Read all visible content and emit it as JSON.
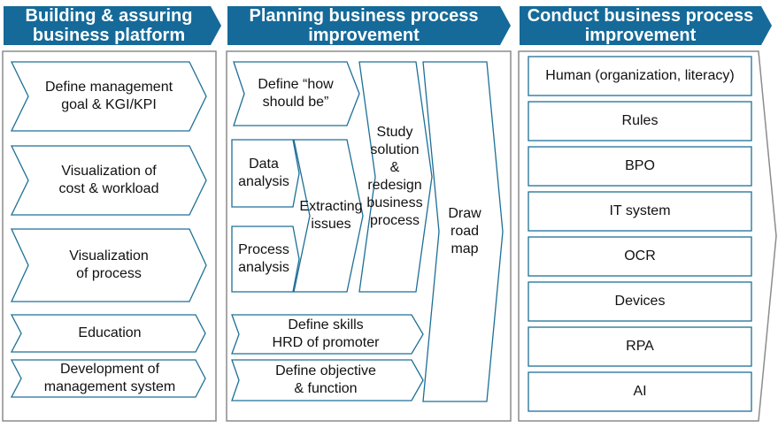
{
  "colors": {
    "header": "#156a99",
    "outline": "#1d6f96",
    "panel_border": "#8c8c8c"
  },
  "columns": [
    {
      "title": "Building & assuring\nbusiness platform"
    },
    {
      "title": "Planning business process\nimprovement"
    },
    {
      "title": "Conduct business process\nimprovement"
    }
  ],
  "platform": {
    "items": [
      "Define management\ngoal & KGI/KPI",
      "Visualization of\ncost & workload",
      "Visualization\nof process",
      "Education",
      "Development of\nmanagement system"
    ]
  },
  "planning": {
    "define_how": "Define “how\nshould be”",
    "data_analysis": "Data\nanalysis",
    "process_analysis": "Process\nanalysis",
    "extracting": "Extracting\nissues",
    "study": "Study\nsolution\n&\nredesign\nbusiness\nprocess",
    "roadmap": "Draw\nroad\nmap",
    "skills": "Define skills\nHRD of promoter",
    "objective": "Define objective\n& function"
  },
  "conduct": {
    "items": [
      "Human (organization, literacy)",
      "Rules",
      "BPO",
      "IT system",
      "OCR",
      "Devices",
      "RPA",
      "AI"
    ]
  }
}
